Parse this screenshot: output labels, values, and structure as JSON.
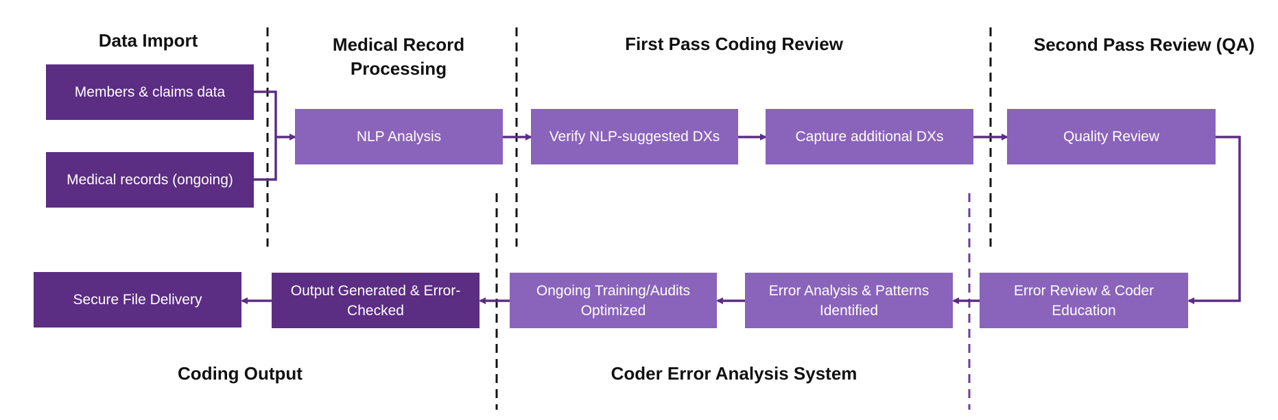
{
  "colors": {
    "dark_box": "#5b2d83",
    "light_box": "#8a63bb",
    "connector": "#5b2d83",
    "divider_black": "#111111",
    "divider_purple": "#6a3c99"
  },
  "sections": {
    "data_import": "Data Import",
    "medical_record_processing": "Medical Record\nProcessing",
    "first_pass": "First Pass Coding Review",
    "second_pass": "Second Pass Review (QA)",
    "coding_output": "Coding Output",
    "coder_error": "Coder Error Analysis System"
  },
  "boxes": {
    "members_claims": "Members & claims data",
    "medical_records": "Medical records (ongoing)",
    "nlp_analysis": "NLP Analysis",
    "verify_nlp": "Verify NLP-suggested DXs",
    "capture_dx": "Capture additional DXs",
    "quality_review": "Quality Review",
    "error_review": "Error Review & Coder\nEducation",
    "error_analysis": "Error Analysis & Patterns\nIdentified",
    "ongoing_training": "Ongoing Training/Audits\nOptimized",
    "output_generated": "Output Generated & Error-\nChecked",
    "secure_delivery": "Secure File Delivery"
  }
}
